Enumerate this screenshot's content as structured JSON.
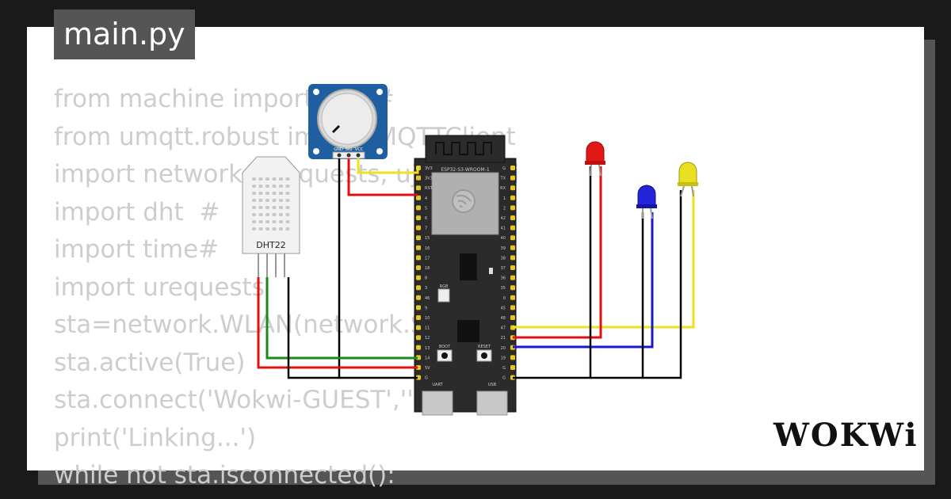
{
  "title": "main.py",
  "logo": "WOKWi",
  "code_lines": [
    "from machine import ADC#",
    "from umqtt.robust import MQTTClient",
    "import network, urequests, ujson, wifi",
    "import dht  #",
    "import time#",
    "import urequests",
    "sta=network.WLAN(network.STA_IF)",
    "sta.active(True)",
    "sta.connect('Wokwi-GUEST','')",
    "print('Linking...')",
    "while not sta.isconnected():"
  ],
  "board": {
    "name": "ESP32-S3-WROOM-1",
    "left_pins": [
      "3V3",
      "3V3",
      "RST",
      "4",
      "5",
      "6",
      "7",
      "15",
      "16",
      "17",
      "18",
      "8",
      "3",
      "46",
      "9",
      "10",
      "11",
      "12",
      "13",
      "14",
      "5V",
      "G"
    ],
    "right_pins": [
      "G",
      "TX",
      "RX",
      "1",
      "2",
      "42",
      "41",
      "40",
      "39",
      "38",
      "37",
      "36",
      "35",
      "0",
      "45",
      "48",
      "47",
      "21",
      "20",
      "19",
      "G",
      "G"
    ],
    "rgb_label": "RGB",
    "boot_label": "BOOT",
    "reset_label": "RESET",
    "uart_label": "UART",
    "usb_label": "USB"
  },
  "sensor": {
    "label": "DHT22"
  },
  "potentiometer": {
    "pins": [
      "GND",
      "SIG",
      "VCC"
    ]
  },
  "leds": [
    {
      "name": "red-led",
      "color": "#e01818"
    },
    {
      "name": "blue-led",
      "color": "#2424d8"
    },
    {
      "name": "yellow-led",
      "color": "#e8e020"
    }
  ],
  "wire_colors": {
    "power": "#e01010",
    "ground": "#000000",
    "data": "#1a8a1a",
    "signal": "#f0e020",
    "blue": "#1818d0"
  }
}
